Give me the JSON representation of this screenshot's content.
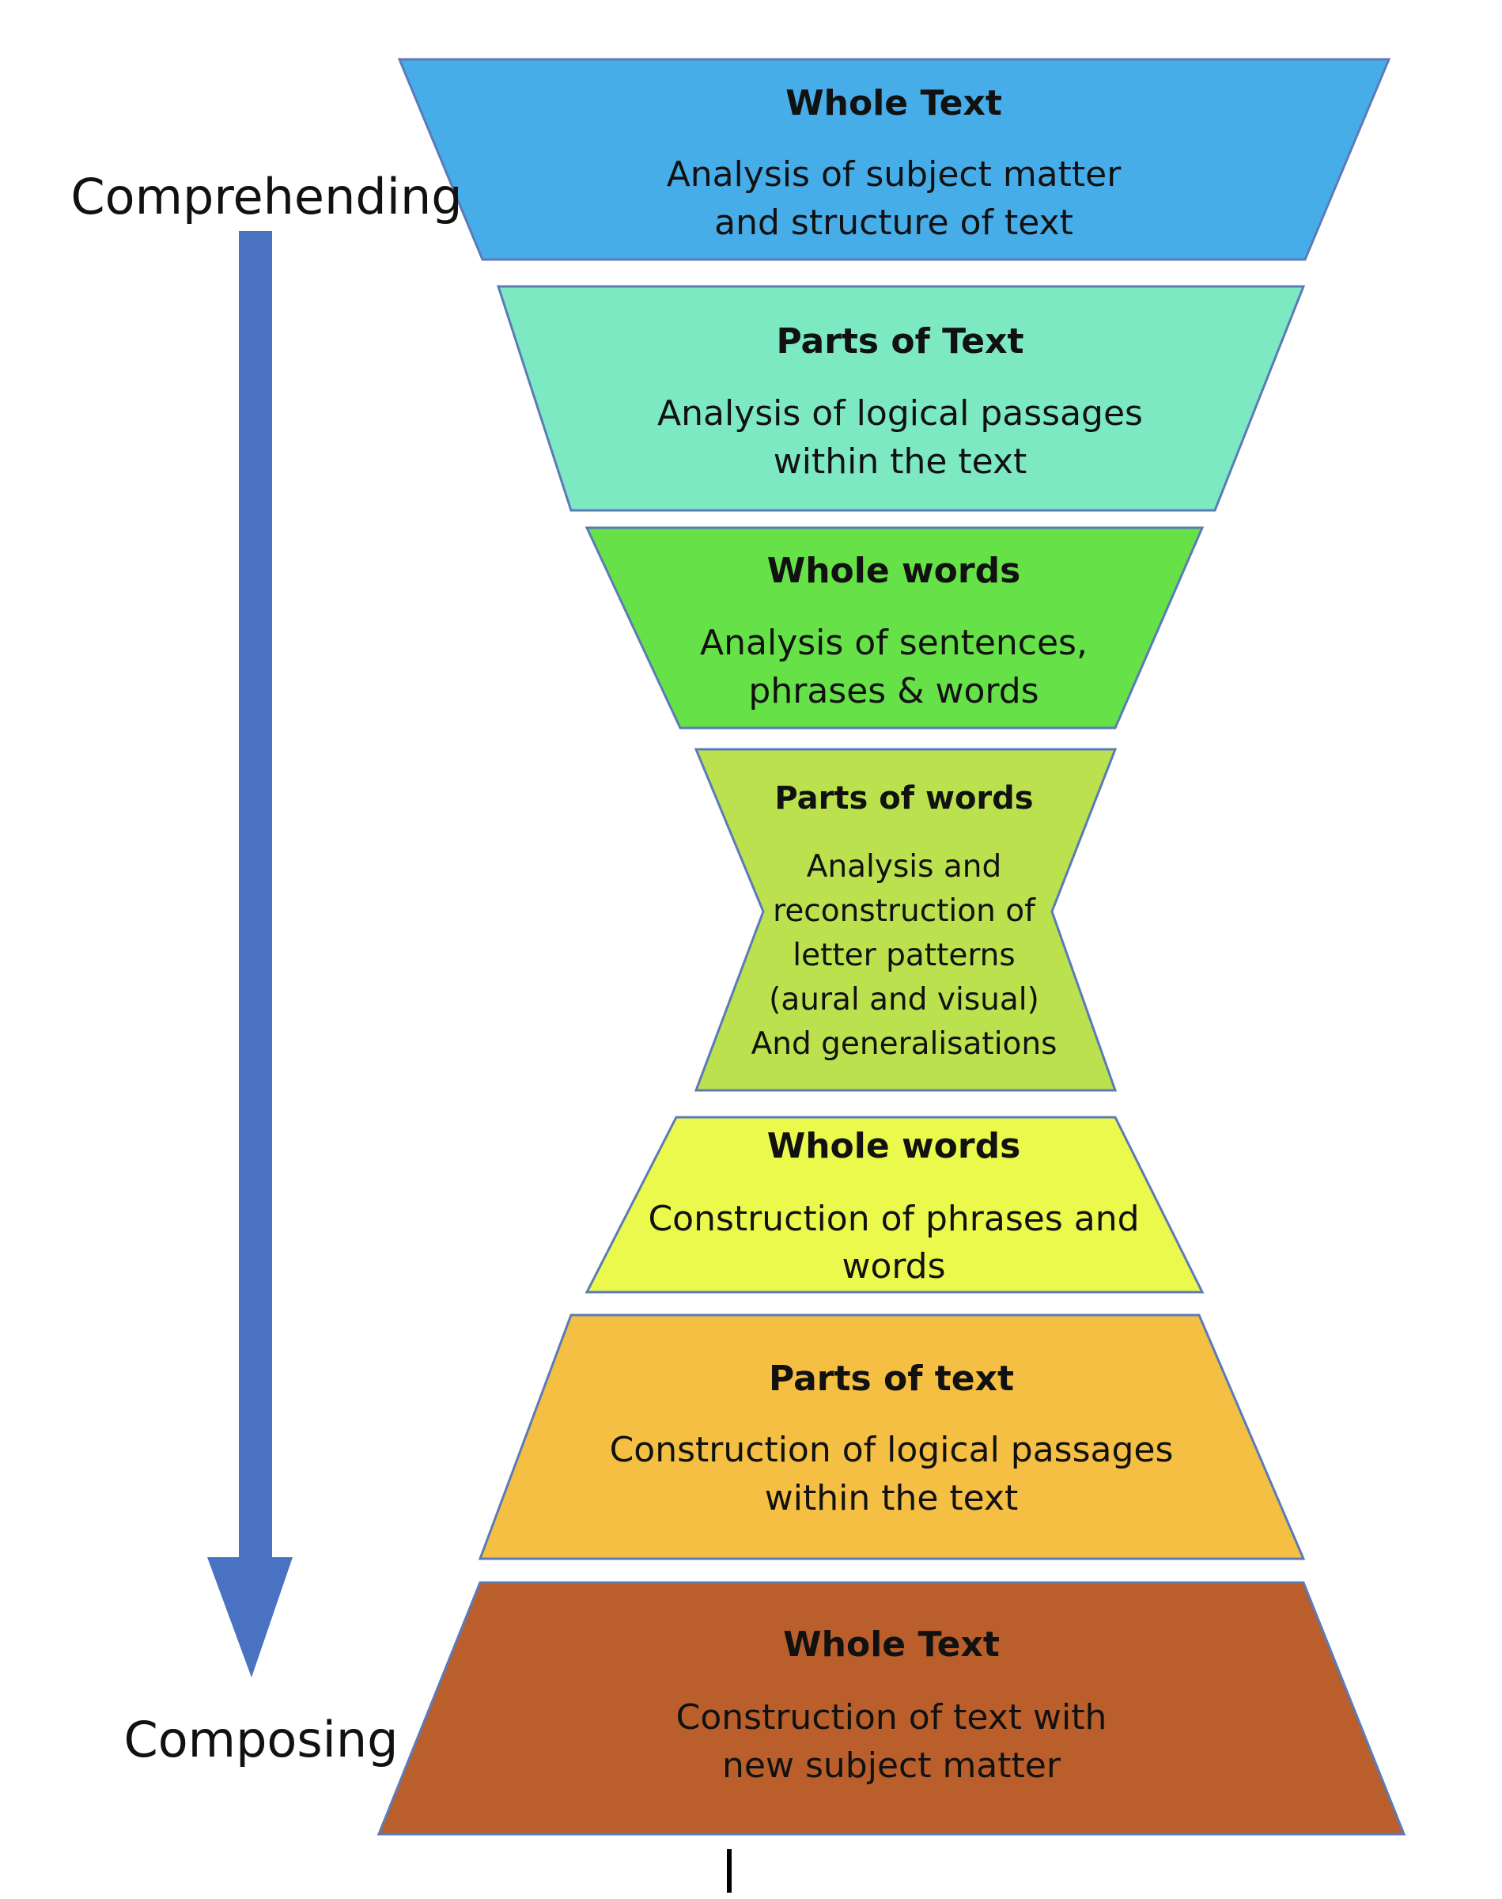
{
  "labels": {
    "top": "Comprehending",
    "bottom": "Composing"
  },
  "arrow": {
    "color": "#4A72C2",
    "direction": "down"
  },
  "stages": [
    {
      "title": "Whole Text",
      "description": [
        "Analysis of subject matter",
        "and structure of text"
      ],
      "fill": "#47ADE8"
    },
    {
      "title": "Parts of Text",
      "description": [
        "Analysis of logical passages",
        "within the text"
      ],
      "fill": "#7CE9C3"
    },
    {
      "title": "Whole words",
      "description": [
        "Analysis of sentences,",
        "phrases & words"
      ],
      "fill": "#67E148"
    },
    {
      "title": "Parts of words",
      "description": [
        "Analysis and",
        "reconstruction of",
        "letter patterns",
        "(aural and visual)",
        "And generalisations"
      ],
      "fill": "#BBE14E"
    },
    {
      "title": "Whole words",
      "description": [
        "Construction of phrases and",
        "words"
      ],
      "fill": "#EBF94D"
    },
    {
      "title": "Parts of text",
      "description": [
        "Construction of logical passages",
        "within the text"
      ],
      "fill": "#F4BF43"
    },
    {
      "title": "Whole Text",
      "description": [
        "Construction of text with",
        "new subject matter"
      ],
      "fill": "#BA5F2B"
    }
  ],
  "outline_color": "#5B7BB8"
}
